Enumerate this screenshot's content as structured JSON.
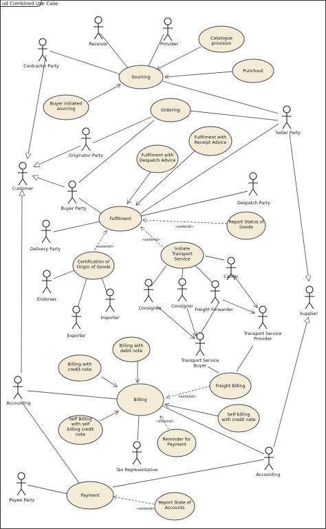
{
  "title": "ud Combined Use Case",
  "actors": {
    "receiver": "Receiver",
    "provider": "Provider",
    "contractor_party": "Contractor Party",
    "originator_party": "Originator Party",
    "customer": "Customer",
    "buyer_party": "Buyer Party",
    "seller_party": "Seller Party",
    "despatch_party": "Despatch Party",
    "delivery_party": "Delivery Party",
    "endorser": "Endorser",
    "exporter": "Exporter",
    "importer": "Importer",
    "consignee": "Consignee",
    "consignor": "Consignor",
    "carrier": "Carrier",
    "freight_forwarder": "Freight Forwarder",
    "transport_service_provider": "Transport Service Provider",
    "transport_service_buyer": "Transport Service Buyer",
    "supplier": "Supplier",
    "accounting_left": "Accounting",
    "accounting_right": "Accounting",
    "tax_representative": "Tax Representative",
    "payee_party": "Payee Party"
  },
  "use_cases": {
    "catalogue_provision": "Catalogue provision",
    "sourcing": "Sourcing",
    "punchout": "Punchout",
    "buyer_initiated_sourcing": "Buyer initiated sourcing",
    "ordering": "Ordering",
    "fulfilment_receipt_advice": "Fulfilment with Receipt Advice",
    "fulfilment_despatch_advice": "Fulfilment with Despatch Advice",
    "fulfilment": "Fulfilment",
    "report_status_goods": "Report Status of Goods",
    "certification_origin": "Certification of Origin of Goods",
    "initiate_transport_service": "Initiate Transport Service",
    "billing_debit_note": "Billing with debit note",
    "billing_credit_note": "Billing with credit note",
    "billing": "Billing",
    "freight_billing": "Freight Billing",
    "self_billing_credit_note": "Self billing with credit note",
    "self_billing_self_credit_note": "Self Billing with self billing credit note",
    "reminder_payment": "Reminder for Payment",
    "payment": "Payment",
    "report_state_accounts": "Report State of Accounts"
  },
  "stereotypes": {
    "extend": "«extend»"
  }
}
